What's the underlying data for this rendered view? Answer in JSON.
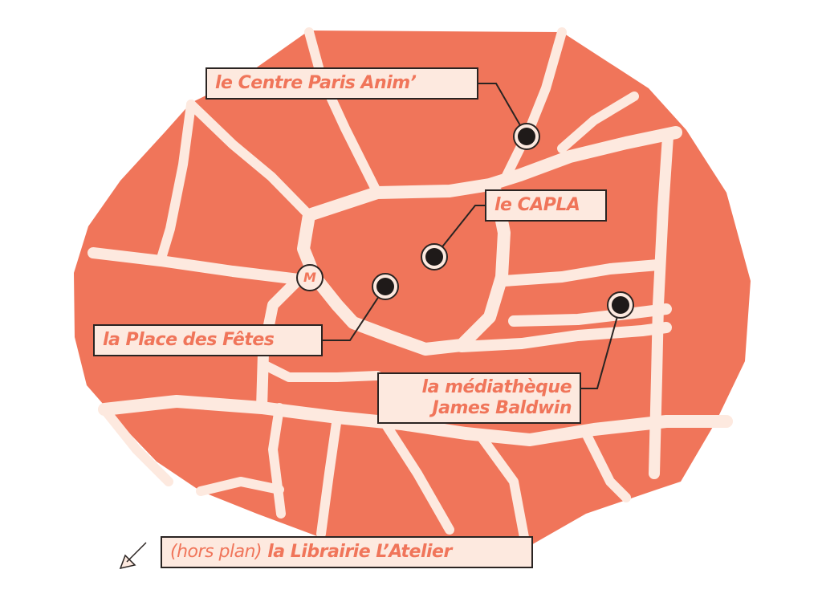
{
  "colors": {
    "district_fill": "#f0755a",
    "street": "#fde9df",
    "outline": "#2a2422",
    "marker": "#1f1a19"
  },
  "metro": {
    "label": "M"
  },
  "places": [
    {
      "id": "centre",
      "label": "le Centre Paris Anim’"
    },
    {
      "id": "capla",
      "label": "le CAPLA"
    },
    {
      "id": "place",
      "label": "la Place des Fêtes"
    },
    {
      "id": "media",
      "label_line1": "la médiathèque",
      "label_line2": "James Baldwin"
    }
  ],
  "offmap": {
    "paren_text": "(hors plan)",
    "label": " la Librairie L’Atelier",
    "icon": "arrow-down-left-icon"
  }
}
